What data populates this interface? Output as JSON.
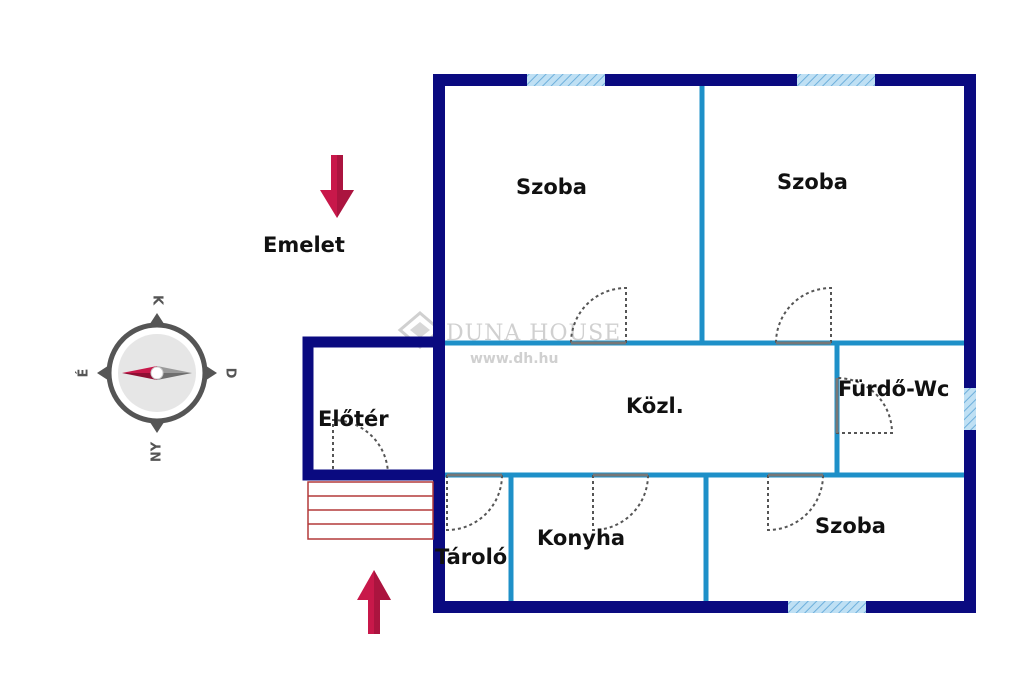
{
  "floor_label": "Emelet",
  "rooms": {
    "szoba_top_left": "Szoba",
    "szoba_top_right": "Szoba",
    "kozl": "Közl.",
    "furdo_wc": "Fürdő-Wc",
    "eloter": "Előtér",
    "tarolo": "Tároló",
    "konyha": "Konyha",
    "szoba_bottom_right": "Szoba"
  },
  "compass": {
    "north": "K",
    "east": "D",
    "south": "NY",
    "west": "É"
  },
  "watermark": {
    "name": "DUNA HOUSE",
    "url": "www.dh.hu"
  },
  "colors": {
    "outer_wall": "#0a0a80",
    "inner_wall": "#1e90c8",
    "window": "#8fc6e8",
    "arrow": "#c8184a",
    "stairs": "#b33a3a",
    "door": "#555555",
    "compass": "#555555"
  }
}
